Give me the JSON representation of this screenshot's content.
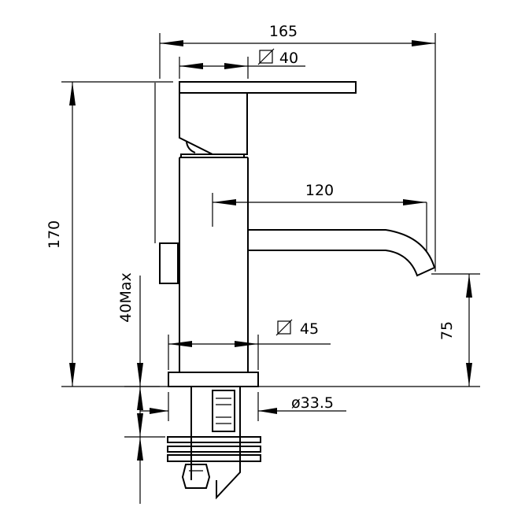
{
  "drawing": {
    "dims": {
      "overall_width": "165",
      "handle_diameter": "40",
      "height": "170",
      "spout_reach": "120",
      "deck_thickness": "40Max",
      "body_diameter": "45",
      "spout_height": "75",
      "shank_diameter": "ø33.5"
    }
  }
}
